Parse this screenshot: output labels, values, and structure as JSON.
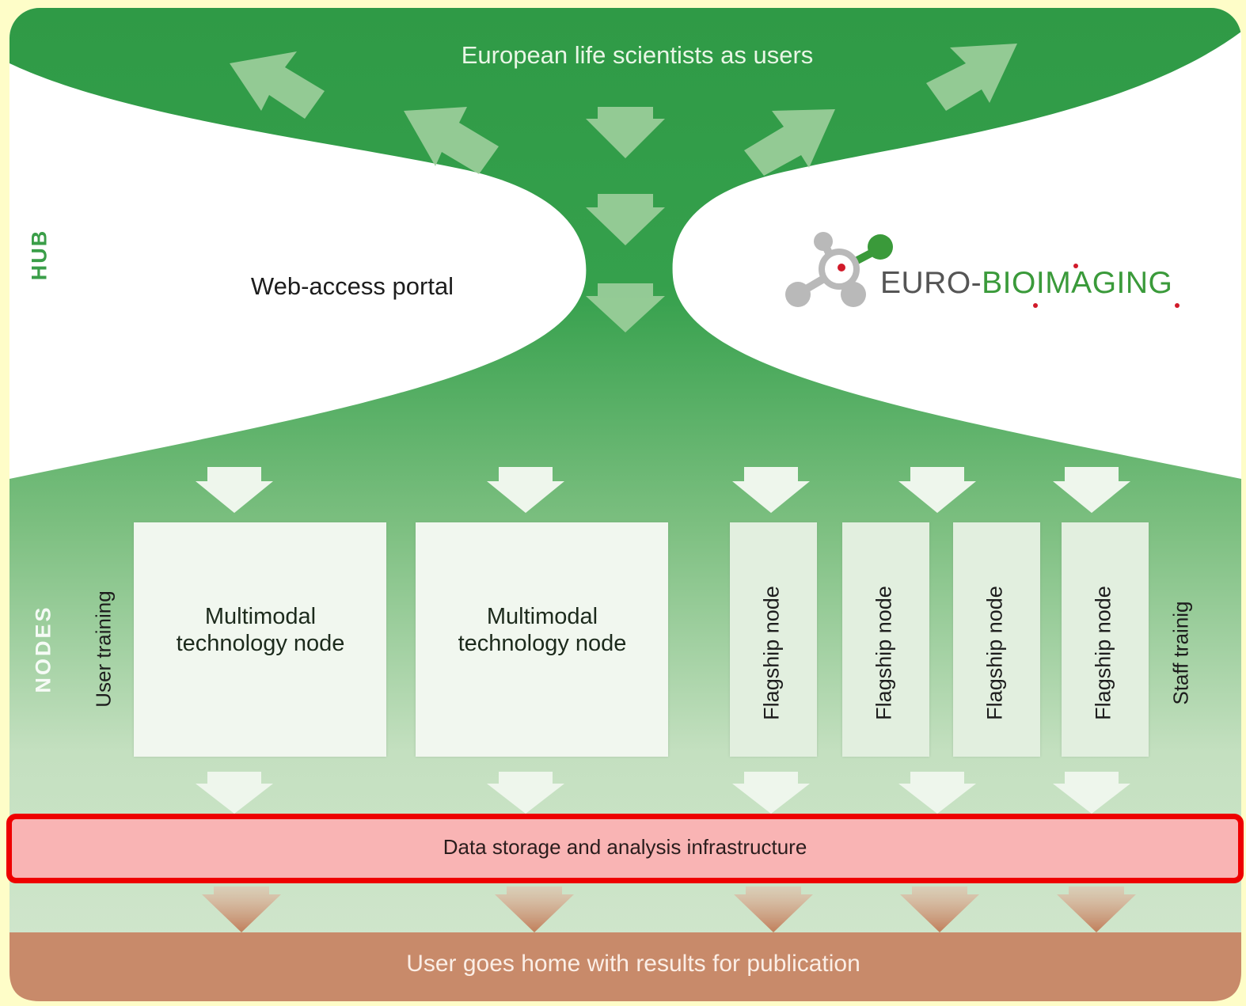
{
  "hub": {
    "side_label": "HUB",
    "top_banner": "European life scientists as users",
    "portal": "Web-access portal"
  },
  "logo": {
    "part1": "EURO-",
    "part2": "BIOIMAGING"
  },
  "nodes": {
    "side_label": "NODES",
    "user_training": "User training",
    "staff_training": "Staff trainig",
    "multimodal": [
      "Multimodal technology node",
      "Multimodal technology node"
    ],
    "flagship": [
      "Flagship node",
      "Flagship node",
      "Flagship node",
      "Flagship node"
    ]
  },
  "data_bar": "Data storage and analysis infrastructure",
  "result_bar": "User goes home with results for publication",
  "colors": {
    "background": "#fefdc8",
    "hub_green": "#2f9a46",
    "nodes_green": "#d3e7cf",
    "highlight_fill": "#f9b4b4",
    "highlight_border": "#ee0000",
    "result_brown": "#c88a6a",
    "logo_green": "#3a9a3a",
    "logo_red": "#d11a2a"
  }
}
